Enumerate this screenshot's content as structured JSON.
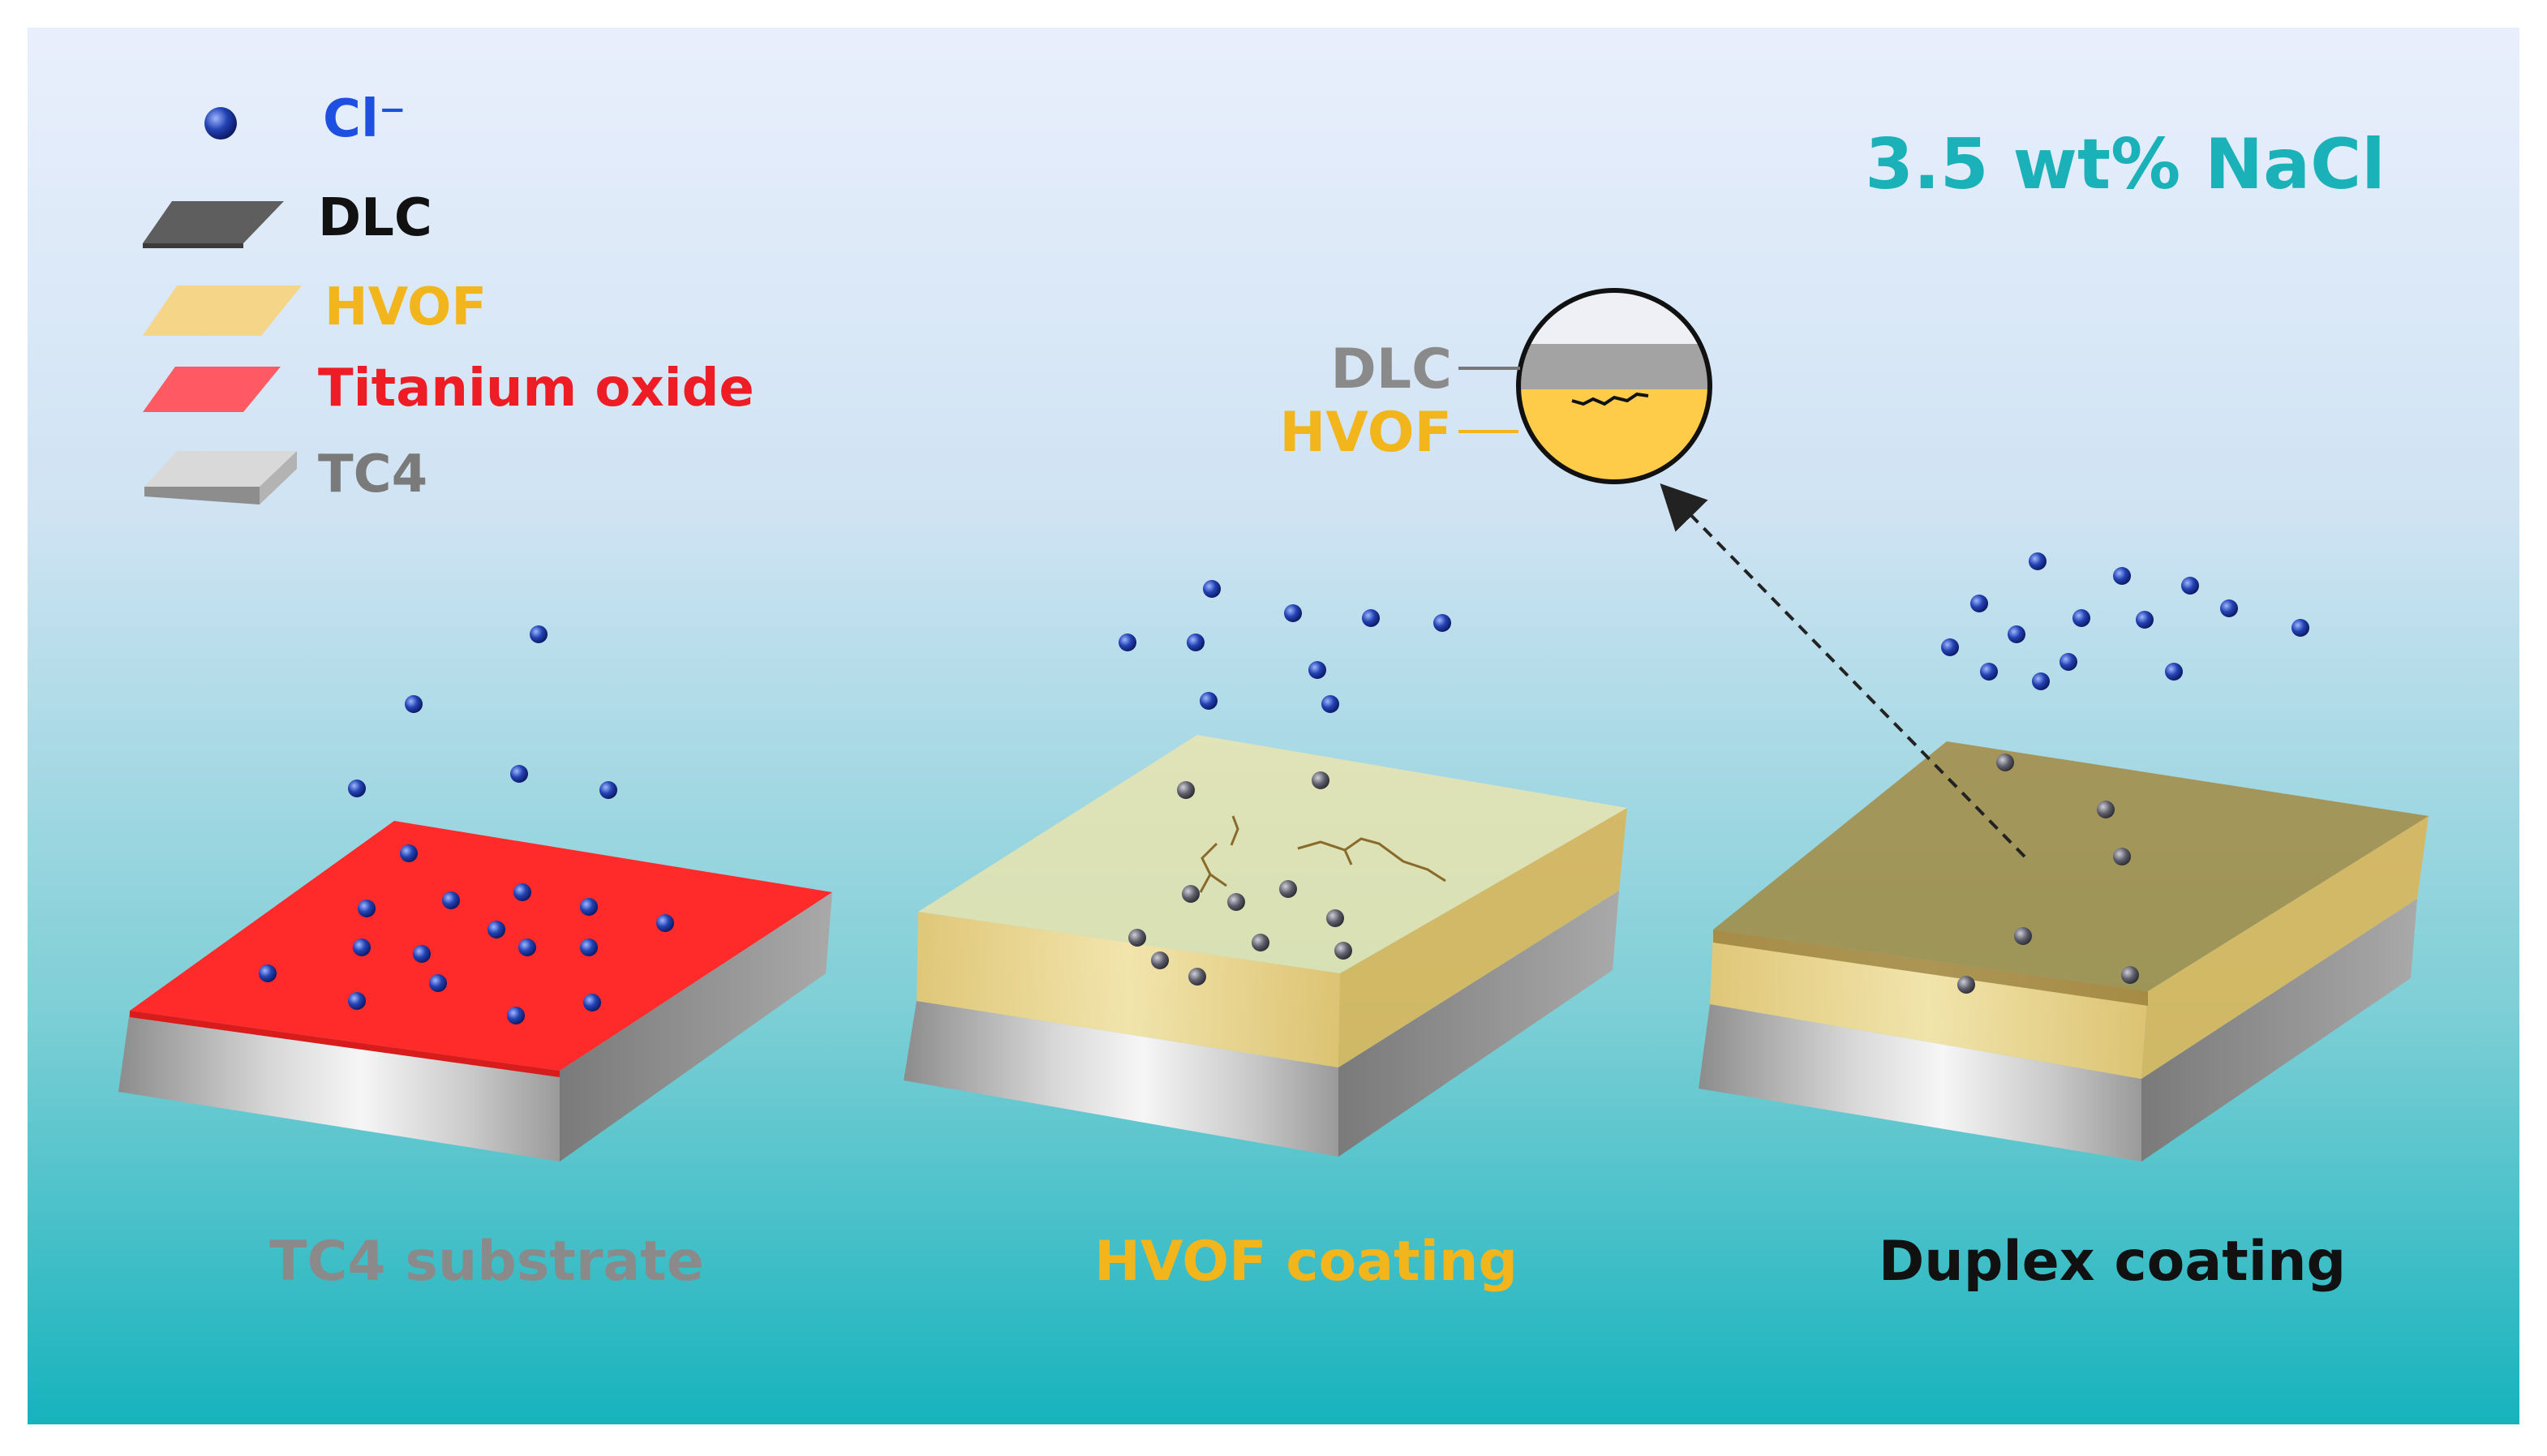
{
  "environment_label": "3.5 wt% NaCl",
  "legend": [
    {
      "id": "cl",
      "label": "Cl⁻",
      "color": "#1d4fe0"
    },
    {
      "id": "dlc",
      "label": "DLC",
      "color": "#111111"
    },
    {
      "id": "hvof",
      "label": "HVOF",
      "color": "#f2b51c"
    },
    {
      "id": "tio",
      "label": "Titanium oxide",
      "color": "#ee1c24"
    },
    {
      "id": "tc4",
      "label": "TC4",
      "color": "#7a7a7a"
    }
  ],
  "inset": {
    "dlc_label": "DLC",
    "hvof_label": "HVOF"
  },
  "panels": [
    {
      "id": "tc4",
      "caption": "TC4 substrate",
      "caption_color": "#8a8a8a"
    },
    {
      "id": "hvof",
      "caption": "HVOF coating",
      "caption_color": "#f2b51c"
    },
    {
      "id": "duplex",
      "caption": "Duplex coating",
      "caption_color": "#111111"
    }
  ],
  "colors": {
    "bg_top": "#e9effc",
    "bg_bottom": "#16b3bd",
    "title": "#1bb1b8",
    "titanium_oxide": "#ff2a2a",
    "hvof": "#f5d27a",
    "dlc": "#a88a3a",
    "ion_blue": "#1a2f8f",
    "ion_grey": "#5a5a66"
  }
}
